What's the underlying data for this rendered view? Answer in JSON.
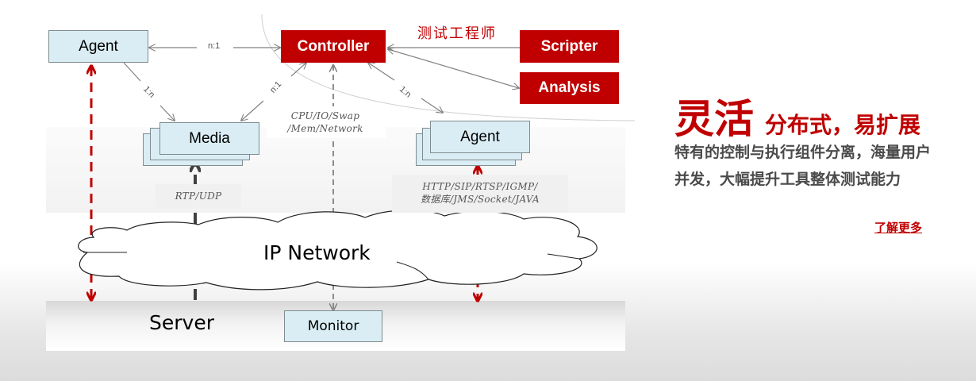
{
  "diagram": {
    "nodes": {
      "agent_top": "Agent",
      "controller": "Controller",
      "scripter": "Scripter",
      "analysis": "Analysis",
      "media": "Media",
      "agent_group": "Agent",
      "monitor": "Monitor",
      "server": "Server",
      "network": "IP Network"
    },
    "role_label": "测试工程师",
    "edge_labels": {
      "agent_controller": "n:1",
      "agent_media": "1:n",
      "media_controller": "n:1",
      "controller_agents": "1:n"
    },
    "protocol_labels": {
      "monitor_metrics_line1": "CPU/IO/Swap",
      "monitor_metrics_line2": "/Mem/Network",
      "media_protocol": "RTP/UDP",
      "agent_protocols_line1": "HTTP/SIP/RTSP/IGMP/",
      "agent_protocols_line2": "数据库/JMS/Socket/JAVA"
    },
    "colors": {
      "accent_red": "#c00000",
      "node_fill": "#daedf4",
      "edge_gray": "#808080"
    }
  },
  "feature": {
    "headline_big": "灵活",
    "headline_small": "分布式，易扩展",
    "description": "特有的控制与执行组件分离，海量用户并发，大幅提升工具整体测试能力",
    "more_link": "了解更多"
  }
}
